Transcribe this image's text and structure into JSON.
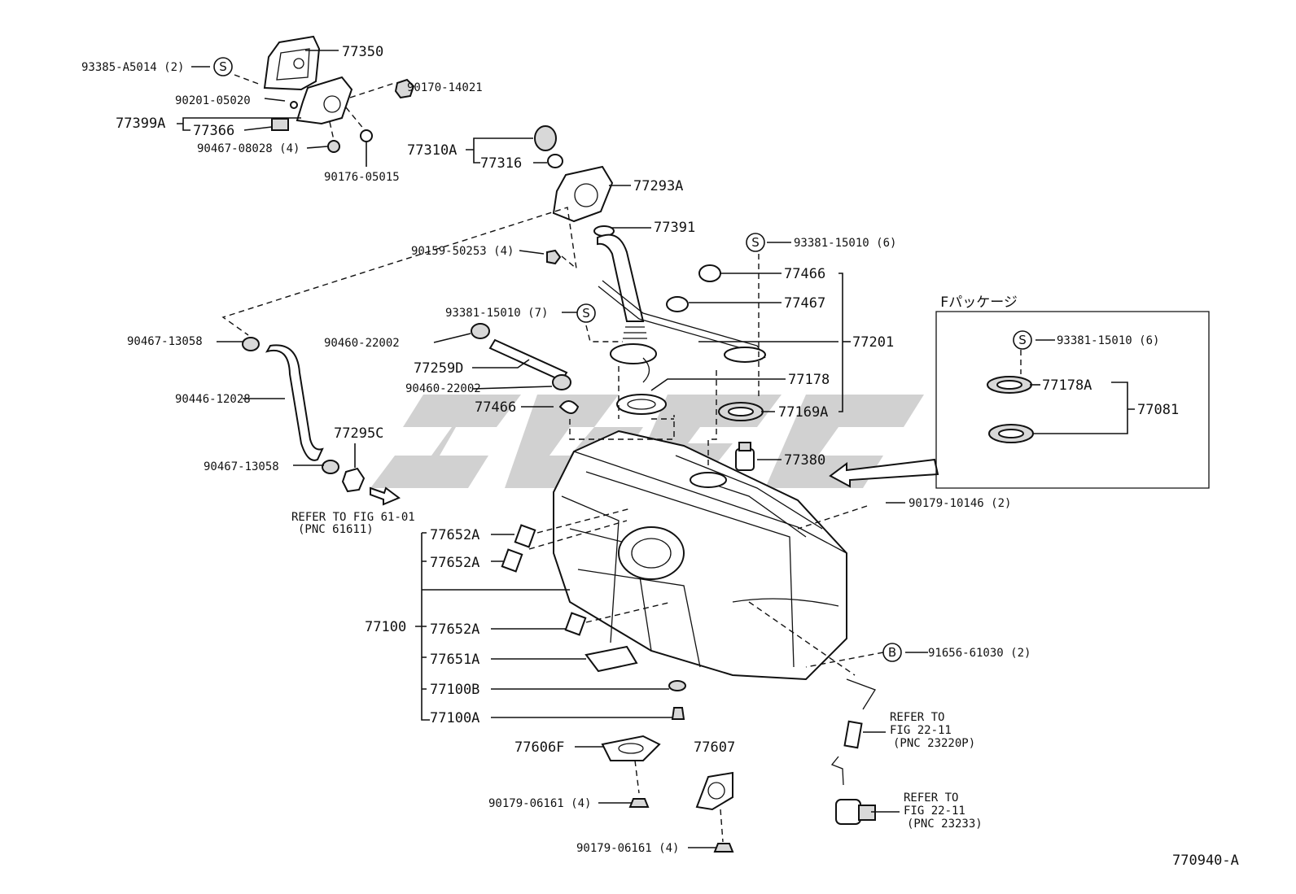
{
  "diagram": {
    "package_title": "Fパッケージ",
    "badges": {
      "s": "S",
      "b": "B"
    },
    "figure_code": "770940-A",
    "labels": {
      "p93385": "93385-A5014 (2)",
      "p77350": "77350",
      "p90201": "90201-05020",
      "p90170": "90170-14021",
      "p77399A": "77399A",
      "p77366": "77366",
      "p90467_08028": "90467-08028 (4)",
      "p90176": "90176-05015",
      "p77310A": "77310A",
      "p77316": "77316",
      "p77293A": "77293A",
      "p77391": "77391",
      "p93381_top": "93381-15010 (6)",
      "p90159": "90159-50253 (4)",
      "p77466_top": "77466",
      "p77467": "77467",
      "p93381_mid": "93381-15010 (7)",
      "p77201": "77201",
      "p90467_13058_top": "90467-13058",
      "p90460_a": "90460-22002",
      "p77259D": "77259D",
      "p90460_b": "90460-22002",
      "p77178": "77178",
      "p77466_mid": "77466",
      "p77169A": "77169A",
      "p90446": "90446-12028",
      "p77295C": "77295C",
      "p77380": "77380",
      "p90467_13058_low": "90467-13058",
      "p93381_pkg": "93381-15010 (6)",
      "p77178A": "77178A",
      "p77081": "77081",
      "p90179_10146": "90179-10146 (2)",
      "p77652A_1": "77652A",
      "p77652A_2": "77652A",
      "p77100": "77100",
      "p77652A_3": "77652A",
      "p77651A": "77651A",
      "p91656": "91656-61030 (2)",
      "p77100B": "77100B",
      "p77100A": "77100A",
      "p77606F": "77606F",
      "p77607": "77607",
      "p90179_06161_a": "90179-06161 (4)",
      "p90179_06161_b": "90179-06161 (4)"
    },
    "refers": {
      "r1": [
        "REFER TO FIG 61-01",
        "(PNC 61611)"
      ],
      "r2": [
        "REFER TO",
        "FIG 22-11",
        "(PNC 23220P)"
      ],
      "r3": [
        "REFER TO",
        "FIG 22-11",
        "(PNC 23233)"
      ]
    }
  }
}
